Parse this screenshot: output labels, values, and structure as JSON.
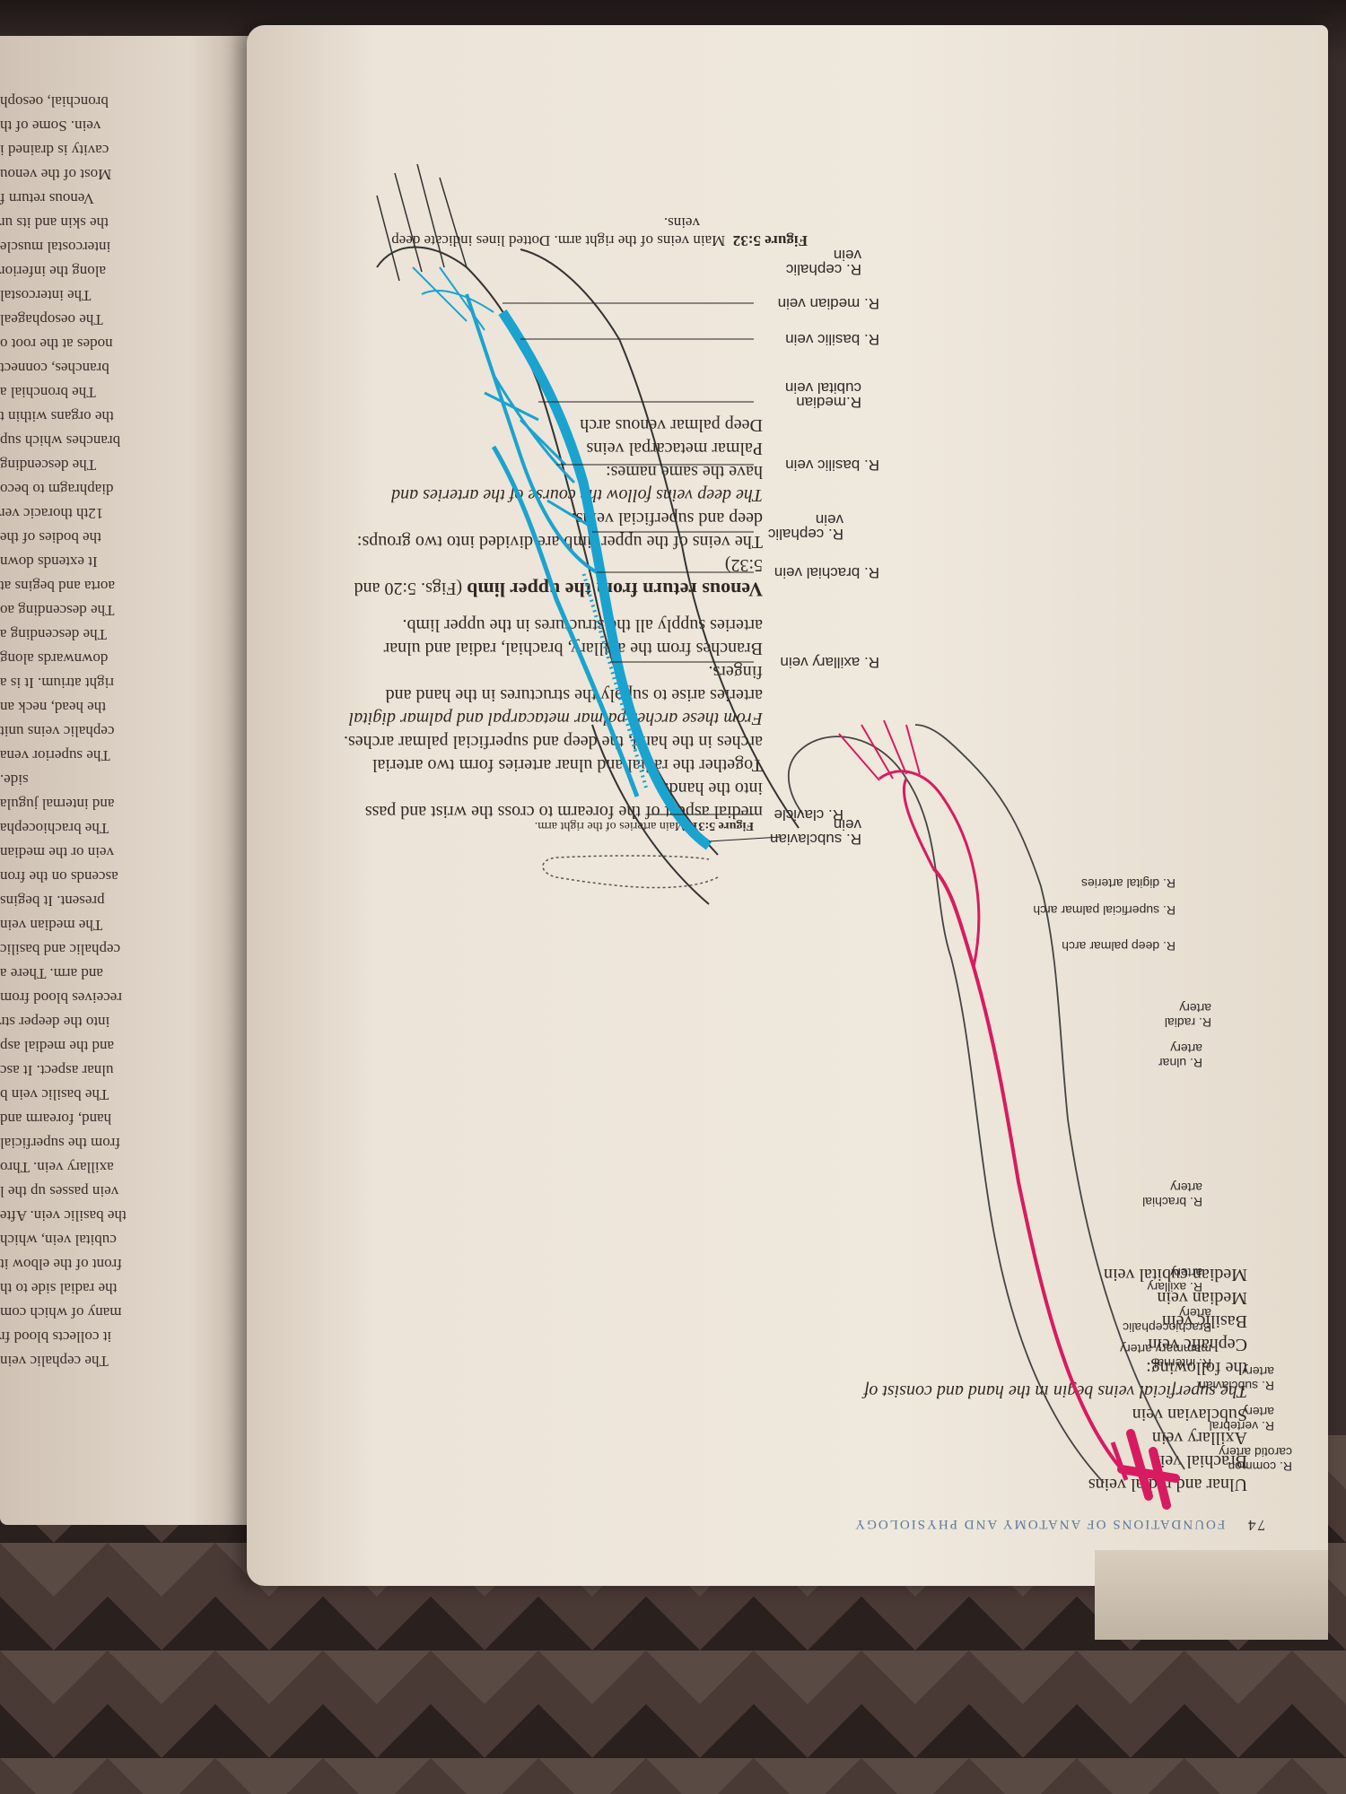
{
  "left_page": {
    "lines": [
      "The cephalic vein",
      "it collects blood fr",
      "many of which com",
      "the radial side to th",
      "front of the elbow it",
      "cubital vein, which",
      "the basilic vein. Afte",
      "vein passes up the l",
      "axillary vein. Thro",
      "from the superficial",
      "hand, forearm and",
      "The basilic vein b",
      "ulnar aspect. It asc",
      "and the medial asp",
      "into the deeper str",
      "receives blood from",
      "and arm. There a",
      "cephalic and basilic",
      "The median vein",
      "present. It begins",
      "ascends on the fron",
      "vein or the median",
      "The brachiocepha",
      "and internal jugula",
      "side.",
      "The superior vena",
      "cephalic veins unit",
      "the head, neck an",
      "right atrium. It is a",
      "downwards along",
      "The descending a",
      "The descending ao",
      "aorta and begins at",
      "It extends down",
      "the bodies of the",
      "12th thoracic ver",
      "diaphragm to beco",
      "The descending",
      "branches which sup",
      "the organs within t",
      "The bronchial a",
      "branches, connect",
      "nodes at the root o",
      "The oesophageal",
      "The intercostal",
      "along the inferior",
      "intercostal muscle",
      "the skin and its ur",
      "Venous return f",
      "Most of the venou",
      "cavity is drained i",
      "vein. Some of th",
      "bronchial, oesoph"
    ]
  },
  "page": {
    "number": "74",
    "running_head": "FOUNDATIONS OF ANATOMY AND PHYSIOLOGY",
    "list_intro": "Ulnar and radial veins",
    "list_items": [
      "Brachial vein",
      "Axillary vein",
      "Subclavian vein"
    ],
    "superficial_intro_1": "The superficial veins begin in the hand and consist of",
    "superficial_intro_2": "the following:",
    "superficial_items": [
      "Cephalic vein",
      "Basilic vein",
      "Median vein",
      "Median cubital vein"
    ],
    "right_column": [
      "medial aspect of the forearm to cross the wrist and pass",
      "into the hand.",
      "Together the radial and ulnar arteries form two arterial",
      "arches in the hand, the deep and superficial palmar arches.",
      "From these arches palmar metacarpal and palmar digital",
      "arteries arise to supply the structures in the hand and",
      "fingers.",
      "Branches from the axillary, brachial, radial and ulnar",
      "arteries supply all the structures in the upper limb."
    ],
    "venous_heading": "Venous return from the upper limb",
    "venous_heading_ref": "(Figs. 5:20 and",
    "venous_heading_ref2": "5:32)",
    "venous_text": [
      "The veins of the upper limb are divided into two groups:",
      "deep and superficial veins.",
      "The deep veins follow the course of the arteries and",
      "have the same names:",
      "Palmar metacarpal veins",
      "Deep palmar venous arch"
    ],
    "fig31_caption_num": "Figure 5:31",
    "fig31_caption": "Main arteries of the right arm.",
    "fig32_caption_num": "Figure 5:32",
    "fig32_caption": "Main veins of the right arm. Dotted lines indicate deep",
    "fig32_caption_2": "veins."
  },
  "artery_labels": {
    "common_carotid": "R. common",
    "common_carotid_2": "carotid artery",
    "vertebral": "R. vertebral",
    "vertebral_2": "artery",
    "subclavian": "R. subclavian",
    "subclavian_2": "artery",
    "internal_mammary": "R. internal",
    "internal_mammary_2": "mammary artery",
    "brachiocephalic": "Brachiocephalic",
    "brachiocephalic_2": "artery",
    "axillary": "R. axillary",
    "axillary_2": "artery",
    "brachial": "R. brachial",
    "brachial_2": "artery",
    "ulnar": "R. ulnar",
    "ulnar_2": "artery",
    "radial": "R. radial",
    "radial_2": "artery",
    "deep_palmar": "R. deep palmar arch",
    "superficial_palmar": "R. superficial palmar arch",
    "digital": "R. digital arteries"
  },
  "vein_labels": {
    "subclavian": "R. subclavian",
    "subclavian_2": "vein",
    "clavicle": "R. clavicle",
    "axillary": "R. axillary vein",
    "brachial": "R. brachial vein",
    "cephalic_upper": "R. cephalic",
    "cephalic_upper_2": "vein",
    "basilic_upper": "R. basilic vein",
    "median_cubital": "R.median",
    "median_cubital_2": "cubital vein",
    "basilic_lower": "R. basilic vein",
    "median": "R. median vein",
    "cephalic_lower": "R. cephalic",
    "cephalic_lower_2": "vein"
  },
  "colors": {
    "artery": "#d81b60",
    "vein": "#1aa3cf",
    "page": "#ece4d8"
  }
}
